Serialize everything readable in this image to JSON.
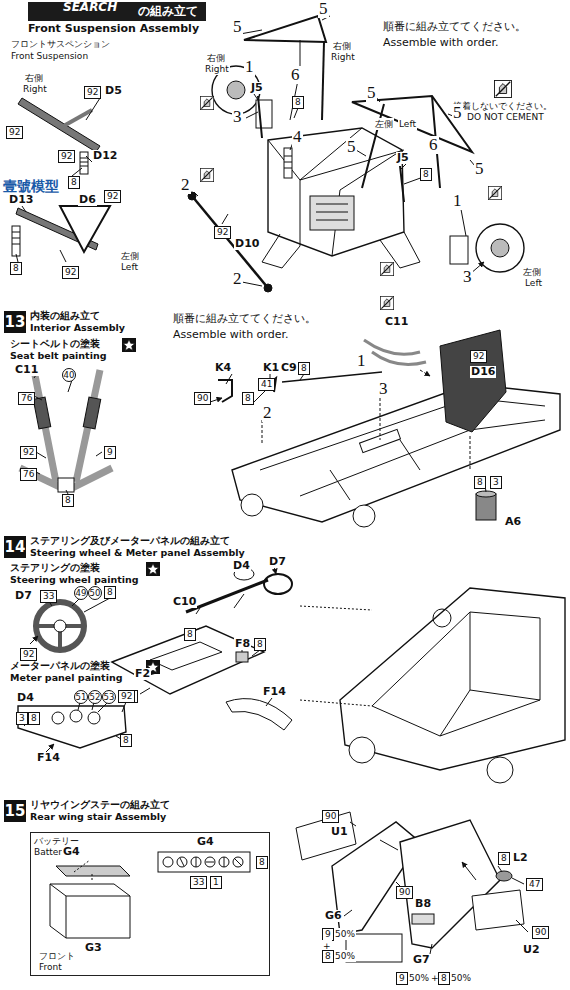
{
  "diagram": {
    "nodes": [
      {
        "text": [
          "の組み立て",
          "Front Suspension Assembly"
        ]
      },
      {
        "text": [
          "13",
          "内装の組み立て",
          "Interior Assembly"
        ]
      },
      {
        "text": [
          "シートベルトの塗装",
          "Seat belt painting"
        ]
      },
      {
        "text": [
          "14",
          "ステアリング及びメーターパネルの組み立て",
          "Steering wheel & Meter panel Assembly"
        ]
      },
      {
        "text": [
          "ステアリングの塗装",
          "Steering wheel painting"
        ]
      },
      {
        "text": [
          "メーターパネルの塗装",
          "Meter panel painting"
        ]
      },
      {
        "text": [
          "15",
          "リヤウイングステーの組み立て",
          "Rear wing stair Assembly"
        ]
      },
      {
        "text": [
          "バッテリー",
          "Battery"
        ]
      }
    ],
    "labels": [
      "SEARCH",
      "フロントサスペンション",
      "Front Suspension",
      "右側",
      "Right",
      "92",
      "D5",
      "92",
      "92",
      "D12",
      "8",
      "D13",
      "D6",
      "92",
      "8",
      "92",
      "左側",
      "Left",
      "壹號模型",
      "5",
      "5",
      "右側",
      "Right",
      "順番に組み立ててください。",
      "Assemble with order.",
      "右側",
      "Right",
      "1",
      "J5",
      "6",
      "8",
      "3",
      "4",
      "接着しないでください。",
      "DO NOT CEMENT",
      "5",
      "左側",
      "Left",
      "5",
      "6",
      "5",
      "J5",
      "8",
      "5",
      "2",
      "92",
      "D10",
      "2",
      "1",
      "3",
      "左側",
      "Left",
      "順番に組み立ててください。",
      "Assemble with order.",
      "C11",
      "1",
      "92",
      "D16",
      "K4",
      "90",
      "K1",
      "41",
      "C9",
      "8",
      "8",
      "2",
      "3",
      "8",
      "3",
      "A6",
      "C11",
      "40",
      "76",
      "92",
      "9",
      "76",
      "8",
      "D4",
      "D7",
      "C10",
      "8",
      "F8",
      "8",
      "F2",
      "8",
      "F14",
      "D7",
      "33",
      "49",
      "50",
      "8",
      "92",
      "D4",
      "51",
      "52",
      "53",
      "92",
      "3",
      "8",
      "8",
      "F14",
      "G4",
      "G3",
      "フロント",
      "Front",
      "G4",
      "8",
      "33",
      "1",
      "90",
      "U1",
      "G6",
      "9",
      "50%",
      "+",
      "8",
      "50%",
      "B8",
      "90",
      "G7",
      "9",
      "50%",
      "+",
      "8",
      "50%",
      "8",
      "L2",
      "47",
      "90",
      "U2"
    ]
  }
}
